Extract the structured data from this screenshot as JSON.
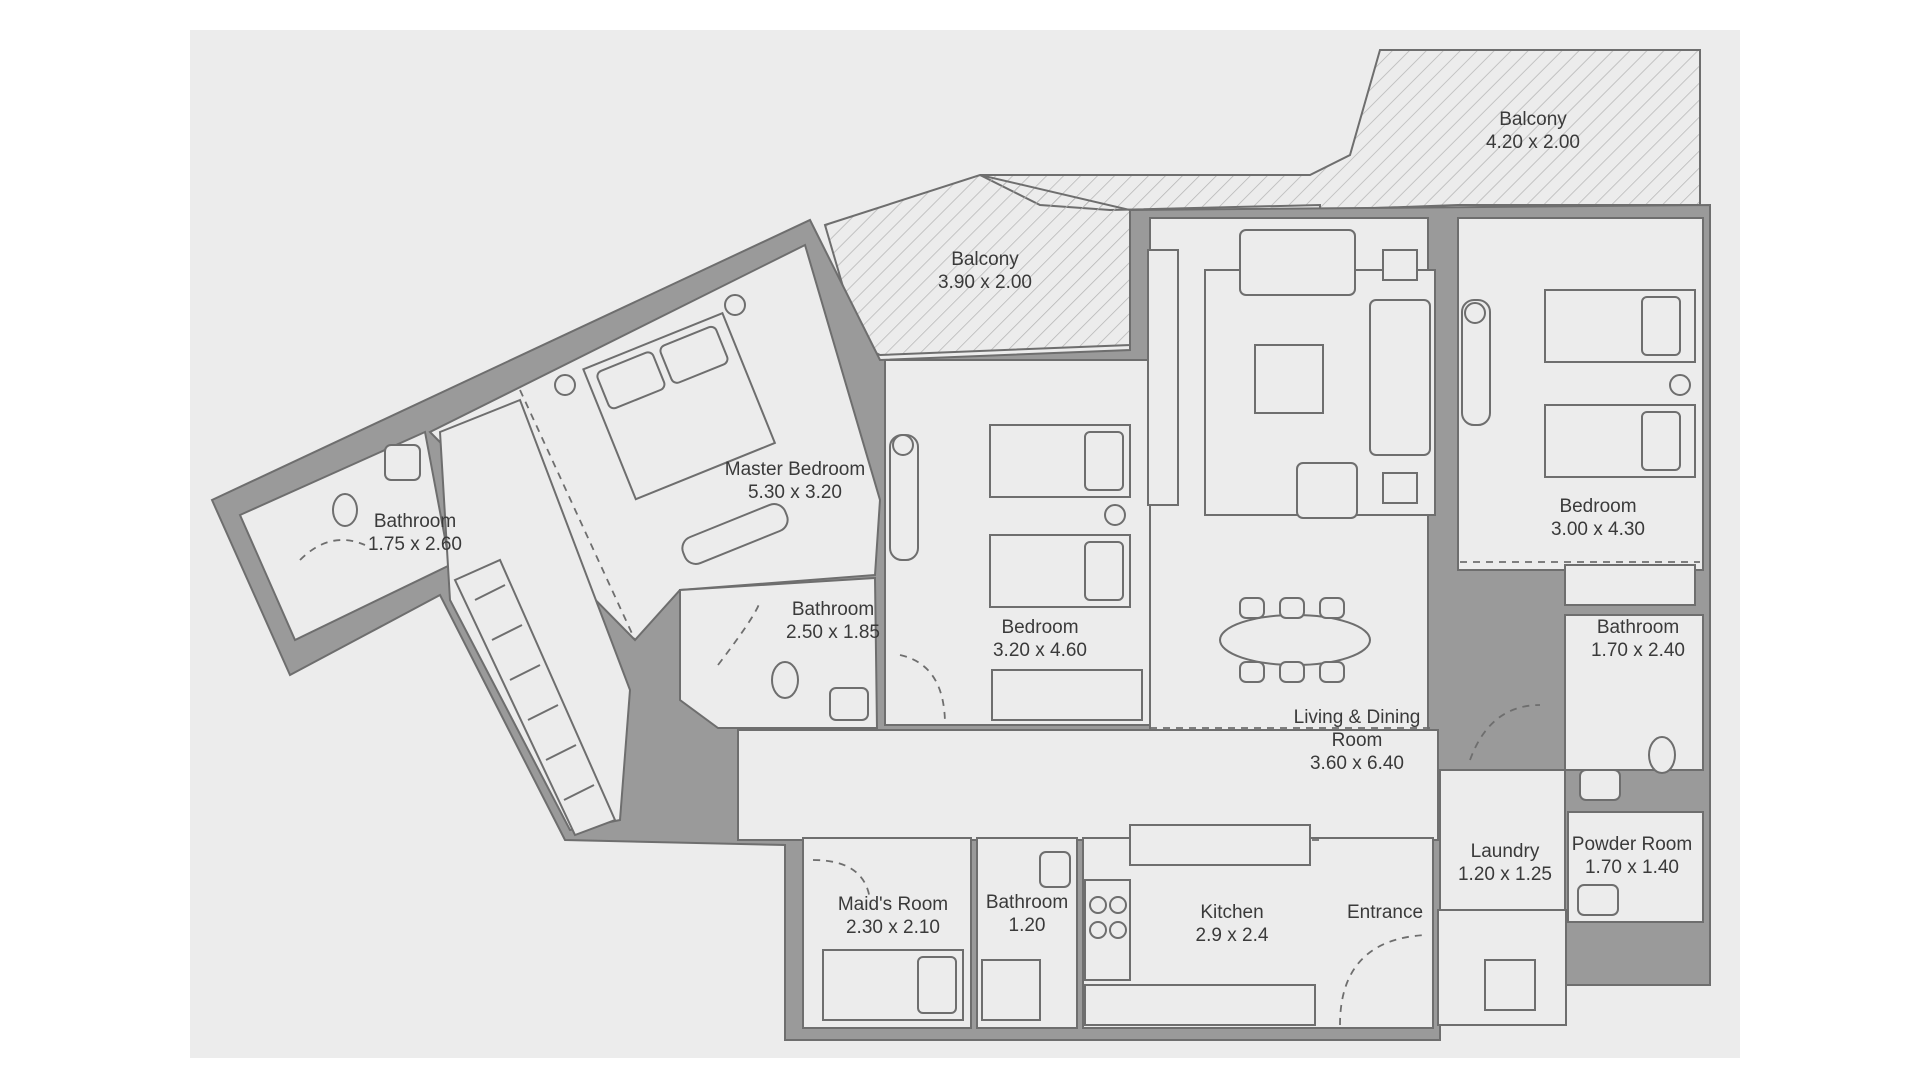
{
  "rooms": [
    {
      "id": "balcony-1",
      "name": "Balcony",
      "size": "4.20 x 2.00"
    },
    {
      "id": "balcony-2",
      "name": "Balcony",
      "size": "3.90 x 2.00"
    },
    {
      "id": "master-bedroom",
      "name": "Master Bedroom",
      "size": "5.30 x 3.20"
    },
    {
      "id": "bathroom-master",
      "name": "Bathroom",
      "size": "1.75 x 2.60"
    },
    {
      "id": "bathroom-2",
      "name": "Bathroom",
      "size": "2.50 x 1.85"
    },
    {
      "id": "bedroom-2",
      "name": "Bedroom",
      "size": "3.20 x 4.60"
    },
    {
      "id": "living-dining",
      "name_line1": "Living & Dining",
      "name_line2": "Room",
      "size": "3.60 x 6.40"
    },
    {
      "id": "bedroom-3",
      "name": "Bedroom",
      "size": "3.00 x 4.30"
    },
    {
      "id": "bathroom-3",
      "name": "Bathroom",
      "size": "1.70 x 2.40"
    },
    {
      "id": "laundry",
      "name": "Laundry",
      "size": "1.20 x 1.25"
    },
    {
      "id": "powder-room",
      "name": "Powder Room",
      "size": "1.70 x 1.40"
    },
    {
      "id": "maids-room",
      "name": "Maid's Room",
      "size": "2.30 x 2.10"
    },
    {
      "id": "bathroom-maid",
      "name": "Bathroom",
      "size": "1.20"
    },
    {
      "id": "kitchen",
      "name": "Kitchen",
      "size": "2.9 x 2.4"
    },
    {
      "id": "entrance",
      "name": "Entrance"
    }
  ],
  "colors": {
    "background": "#ececec",
    "walls": "#9a9a9a",
    "lines": "#6e6e6e",
    "text": "#3a3a3a"
  }
}
